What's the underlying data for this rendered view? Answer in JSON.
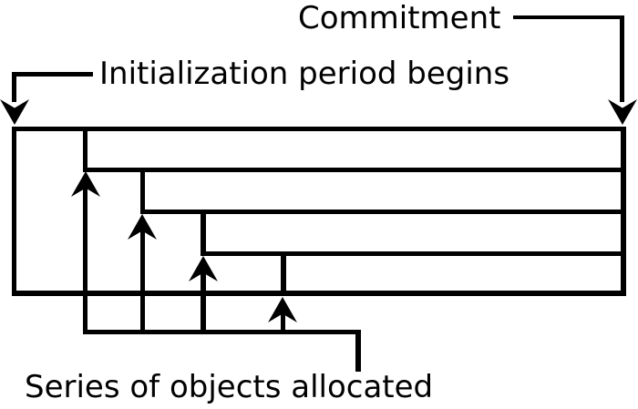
{
  "figure": {
    "type": "nested-lifetime-timeline-diagram",
    "background_color": "#ffffff",
    "ink_color": "#000000",
    "labels": {
      "commitment": "Commitment",
      "initialization": "Initialization period begins",
      "series": "Series of objects allocated"
    },
    "content": {
      "timeline_bar_count": 5,
      "allocation_arrow_count": 4,
      "endpoint_arrow_count": 2
    }
  }
}
